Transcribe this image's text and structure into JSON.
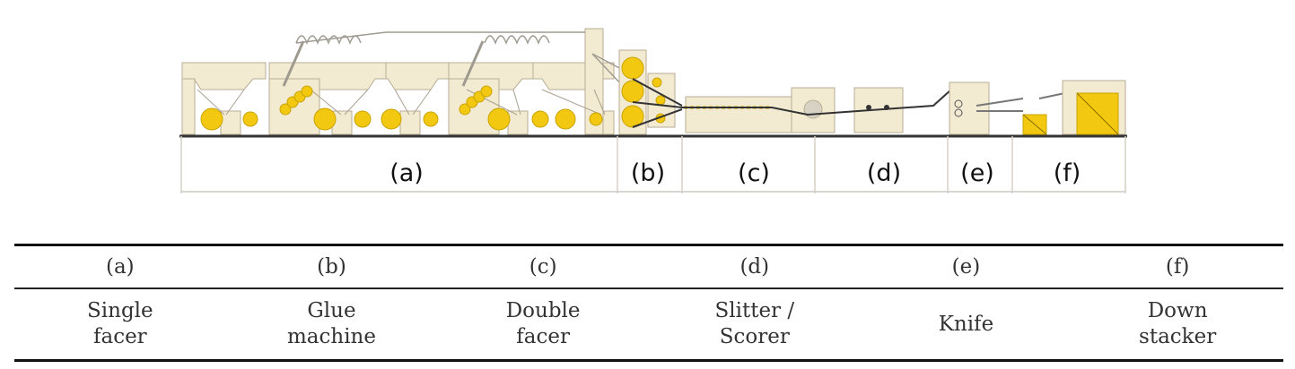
{
  "diagram": {
    "segment_labels": [
      "(a)",
      "(b)",
      "(c)",
      "(d)",
      "(e)",
      "(f)"
    ],
    "colors": {
      "machine_body": "#f3ead2",
      "roll": "#f2c811",
      "roll_edge": "#c9a400",
      "outline": "#b8ad95",
      "floor": "#333333"
    }
  },
  "table": {
    "headers": [
      "(a)",
      "(b)",
      "(c)",
      "(d)",
      "(e)",
      "(f)"
    ],
    "rows": [
      {
        "line1": "Single",
        "line2": "facer"
      },
      {
        "line1": "Glue",
        "line2": "machine"
      },
      {
        "line1": "Double",
        "line2": "facer"
      },
      {
        "line1": "Slitter /",
        "line2": "Scorer"
      },
      {
        "line1": "Knife",
        "line2": ""
      },
      {
        "line1": "Down",
        "line2": "stacker"
      }
    ]
  }
}
